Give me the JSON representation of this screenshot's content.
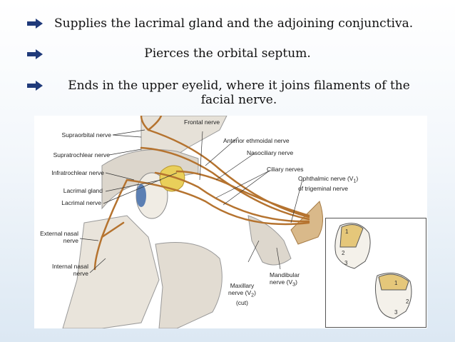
{
  "bullets": [
    "Supplies the lacrimal gland and the adjoining conjunctiva.",
    "Pierces the orbital septum.",
    "Ends in the upper eyelid, where it joins filaments of the facial nerve."
  ],
  "figure": {
    "labels": {
      "frontal_nerve": "Frontal nerve",
      "supraorbital_nerve": "Supraorbital nerve",
      "anterior_ethmoidal_nerve": "Anterior ethmoidal nerve",
      "nasociliary_nerve": "Nasociliary nerve",
      "supratrochlear_nerve": "Supratrochlear nerve",
      "ciliary_nerves": "Ciliary nerves",
      "infratrochlear_nerve": "Infratrochlear nerve",
      "ophthalmic_nerve_line1": "Ophthalmic nerve (V",
      "ophthalmic_nerve_sub": "1",
      "ophthalmic_nerve_end": ")",
      "ophthalmic_nerve_line2": "of trigeminal nerve",
      "lacrimal_gland": "Lacrimal gland",
      "lacrimal_nerve": "Lacrimal nerve",
      "external_nasal_line1": "External nasal",
      "external_nasal_line2": "nerve",
      "internal_nasal_line1": "Internal nasal",
      "internal_nasal_line2": "nerve",
      "maxillary_line1": "Maxillary",
      "maxillary_line2": "nerve (V",
      "maxillary_sub": "2",
      "maxillary_end": ")",
      "maxillary_line3": "(cut)",
      "mandibular_line1": "Mandibular",
      "mandibular_line2": "nerve (V",
      "mandibular_sub": "3",
      "mandibular_end": ")"
    },
    "inset_numbers": [
      "1",
      "2",
      "3",
      "1",
      "2",
      "3"
    ]
  },
  "colors": {
    "nerve": "#b5732f",
    "gland": "#e9cf5a",
    "bone": "#e6e1d8",
    "arrow": "#1f3a7a"
  }
}
